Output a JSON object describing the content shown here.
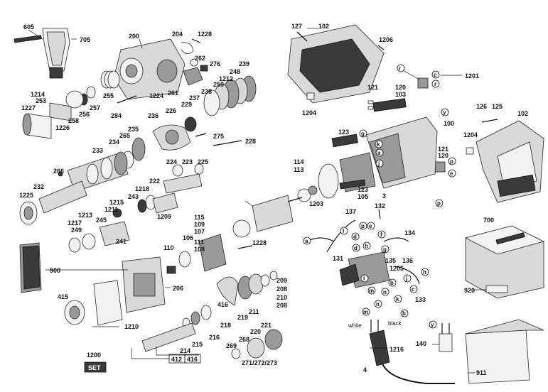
{
  "labels": {
    "p605": "605",
    "p705": "705",
    "p200": "200",
    "p204": "204",
    "p1228a": "1228",
    "p262": "262",
    "p276": "276",
    "p239": "239",
    "p248": "248",
    "p1212": "1212",
    "p259": "259",
    "p238": "238",
    "p237": "237",
    "p261": "261",
    "p1224": "1224",
    "p255": "255",
    "p257": "257",
    "p1214": "1214",
    "p253": "253",
    "p256": "256",
    "p1227": "1227",
    "p258": "258",
    "p1226": "1226",
    "p284": "284",
    "p236": "236",
    "p226": "226",
    "p229": "229",
    "p235": "235",
    "p265": "265",
    "p234": "234",
    "p275": "275",
    "p228": "228",
    "p233": "233",
    "p224": "224",
    "p223": "223",
    "p225": "225",
    "p266": "266",
    "p222": "222",
    "p1218": "1218",
    "p232": "232",
    "p243": "243",
    "p1215": "1215",
    "p1211": "1211",
    "p1225": "1225",
    "p1209": "1209",
    "p1213": "1213",
    "p245": "245",
    "p1217": "1217",
    "p249": "249",
    "p241": "241",
    "p900": "900",
    "p415": "415",
    "p1210": "1210",
    "p206": "206",
    "p1200": "1200",
    "p127": "127",
    "p102a": "102",
    "p1206": "1206",
    "p1201": "1201",
    "p121a": "121",
    "p120a": "120",
    "p103": "103",
    "p1204a": "1204",
    "p123a": "123",
    "p100": "100",
    "p114": "114",
    "p113": "113",
    "p123b": "123",
    "p105": "105",
    "p3": "3",
    "p126": "126",
    "p125": "125",
    "p102b": "102",
    "p1204b": "1204",
    "p121b": "121",
    "p120b": "120",
    "p1203": "1203",
    "p115": "115",
    "p109": "109",
    "p107": "107",
    "p106": "106",
    "p111": "111",
    "p108": "108",
    "p110": "110",
    "p1228b": "1228",
    "p132": "132",
    "p137": "137",
    "p134": "134",
    "p131": "131",
    "p135": "135",
    "p1205": "1205",
    "p136": "136",
    "p133": "133",
    "p700": "700",
    "p920": "920",
    "p209": "209",
    "p208a": "208",
    "p210": "210",
    "p208b": "208",
    "p211": "211",
    "p219": "219",
    "p416a": "416",
    "p218": "218",
    "p215": "215",
    "p216": "216",
    "p214": "214",
    "p412": "412",
    "p416b": "416",
    "p221": "221",
    "p220": "220",
    "p268": "268",
    "p269": "269",
    "p27x": "271/272/273",
    "p1216": "1216",
    "p140": "140",
    "p4": "4",
    "p911": "911",
    "white": "white",
    "black": "black",
    "set": "SET"
  },
  "wire_letters": {
    "r1": "r",
    "c1": "c",
    "r2": "r",
    "y1": "y",
    "g1": "g",
    "k1": "k",
    "a1": "a",
    "j1": "j",
    "p1": "p",
    "e1": "e",
    "p2": "p",
    "p3": "p",
    "e2": "e",
    "f1": "f",
    "l1": "l",
    "a2": "a",
    "d1": "d",
    "h1": "h",
    "g2": "g",
    "d2": "d",
    "h2": "h",
    "j2": "j",
    "m1": "m",
    "n1": "n",
    "b1": "b",
    "c2": "c",
    "l2": "l",
    "k2": "k",
    "b2": "b",
    "n2": "n",
    "m2": "m",
    "y2": "y"
  },
  "colors": {
    "ink": "#111111",
    "part_light": "#d9d9d9",
    "part_dark": "#3a3a3a"
  }
}
